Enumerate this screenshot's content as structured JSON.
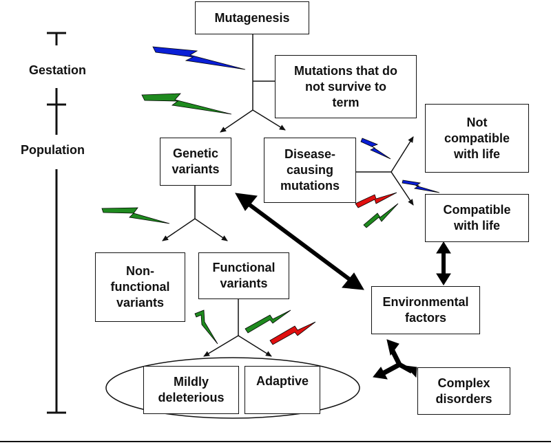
{
  "timeline": {
    "gestation_label": "Gestation",
    "population_label": "Population"
  },
  "nodes": {
    "mutagenesis": "Mutagenesis",
    "no_survive": "Mutations that do\nnot survive to\nterm",
    "genetic_variants": "Genetic\nvariants",
    "disease_causing": "Disease-\ncausing\nmutations",
    "not_compatible": "Not\ncompatible\nwith life",
    "compatible": "Compatible\nwith life",
    "non_functional": "Non-\nfunctional\nvariants",
    "functional": "Functional\nvariants",
    "environmental": "Environmental\nfactors",
    "mildly_deleterious": "Mildly\ndeleterious",
    "adaptive": "Adaptive",
    "complex_disorders": "Complex\ndisorders"
  },
  "bolt_colors": {
    "blue": "#0a1fd6",
    "green": "#1f8a1f",
    "red": "#e01010"
  }
}
